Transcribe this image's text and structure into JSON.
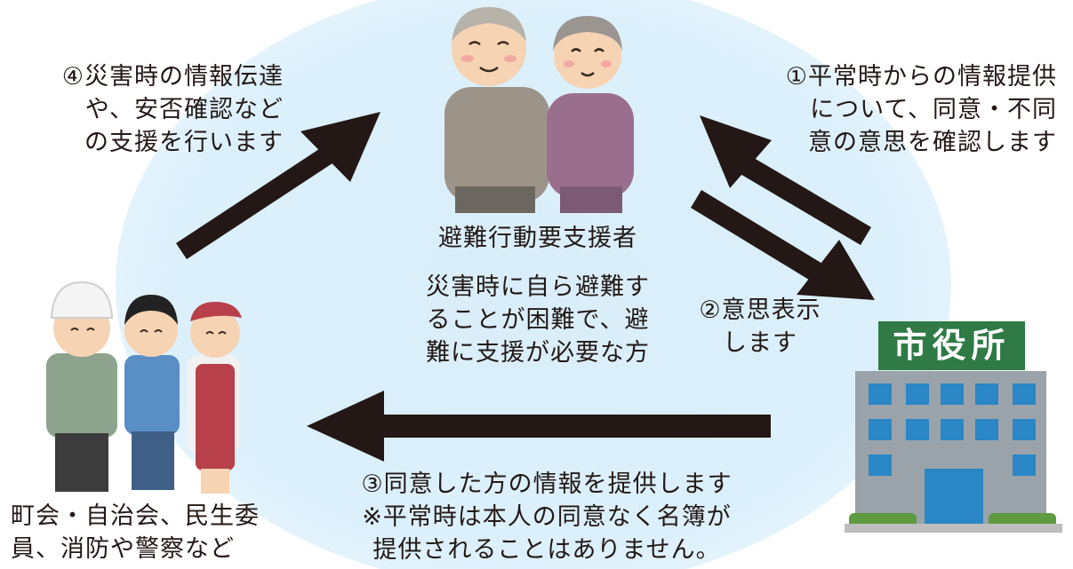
{
  "elderly": {
    "title": "避難行動要支援者",
    "desc": [
      "災害時に自ら避難す",
      "ることが困難で、避",
      "難に支援が必要な方"
    ]
  },
  "step1": [
    "①平常時からの情報提供",
    "について、同意・不同",
    "意の意思を確認します"
  ],
  "step2": [
    "②意思表示",
    "します"
  ],
  "step3": {
    "main": "③同意した方の情報を提供します",
    "note": [
      "※平常時は本人の同意なく名簿が",
      "提供されることはありません。"
    ]
  },
  "step4": [
    "④災害時の情報伝達",
    "や、安否確認など",
    "の支援を行います"
  ],
  "supporters": [
    "町会・自治会、民生委",
    "員、消防や警察など"
  ],
  "city_hall": {
    "sign": "市役所"
  },
  "colors": {
    "bg_circle": "#d9eefa",
    "arrow": "#231815"
  }
}
